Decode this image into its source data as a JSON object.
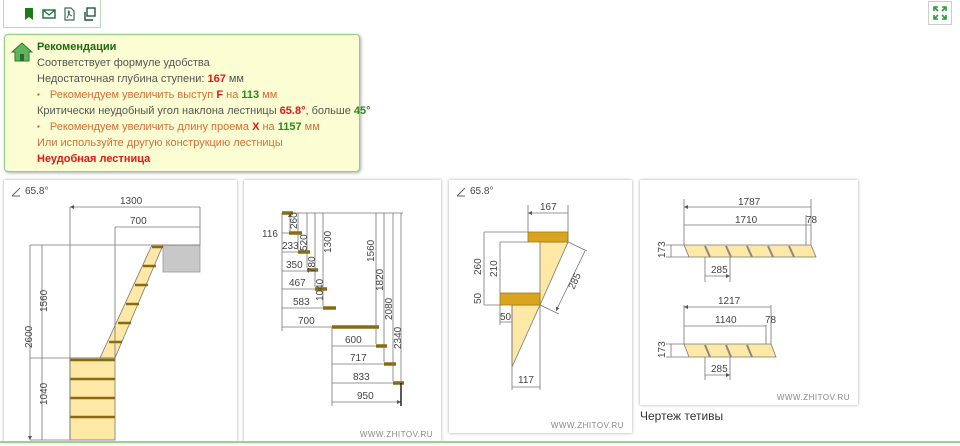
{
  "toolbar": {
    "icons": [
      "bookmark-icon",
      "mail-icon",
      "pdf-icon",
      "copy-icon"
    ]
  },
  "expand": {
    "icon": "expand-icon"
  },
  "recommendations": {
    "title": "Рекомендации",
    "line1": "Соответствует формуле удобства",
    "line2_prefix": "Недостаточная глубина ступени: ",
    "line2_value": "167",
    "line2_suffix": " мм",
    "line3_prefix": "Рекомендуем увеличить выступ ",
    "line3_var": "F",
    "line3_mid": " на ",
    "line3_value": "113",
    "line3_suffix": " мм",
    "line4_prefix": "Критически неудобный угол наклона лестницы ",
    "line4_value": "65.8°",
    "line4_mid": ", больше ",
    "line4_limit": "45°",
    "line5_prefix": "Рекомендуем увеличить длину проема ",
    "line5_var": "X",
    "line5_mid": " на ",
    "line5_value": "1157",
    "line5_suffix": " мм",
    "line6": "Или используйте другую конструкцию лестницы",
    "verdict": "Неудобная лестница"
  },
  "panel1": {
    "angle": "65.8°",
    "dims": {
      "d1300": "1300",
      "d700": "700",
      "d1560": "1560",
      "d2600": "2600",
      "d1040": "1040"
    }
  },
  "panel2": {
    "horiz": [
      "116",
      "233",
      "350",
      "467",
      "583",
      "700",
      "600",
      "717",
      "833",
      "950"
    ],
    "vert": [
      "260",
      "520",
      "780",
      "1040",
      "1300",
      "1560",
      "1820",
      "2080",
      "2340"
    ],
    "watermark": "WWW.ZHITOV.RU"
  },
  "panel3": {
    "angle": "65.8°",
    "dims": {
      "d167": "167",
      "d260": "260",
      "d210": "210",
      "d50a": "50",
      "d50b": "50",
      "d285": "285",
      "d117": "117"
    },
    "watermark": "WWW.ZHITOV.RU"
  },
  "panel4": {
    "top": {
      "total": "1787",
      "length": "1710",
      "end": "78",
      "height": "173",
      "step": "285"
    },
    "bottom": {
      "total": "1217",
      "length": "1140",
      "end": "78",
      "height": "173",
      "step": "285"
    },
    "watermark": "WWW.ZHITOV.RU",
    "caption": "Чертеж тетивы"
  },
  "colors": {
    "tread": "#d9a520",
    "stringer": "#fde8a5",
    "slab": "#c8c8c8",
    "accent": "#1c6b12"
  }
}
